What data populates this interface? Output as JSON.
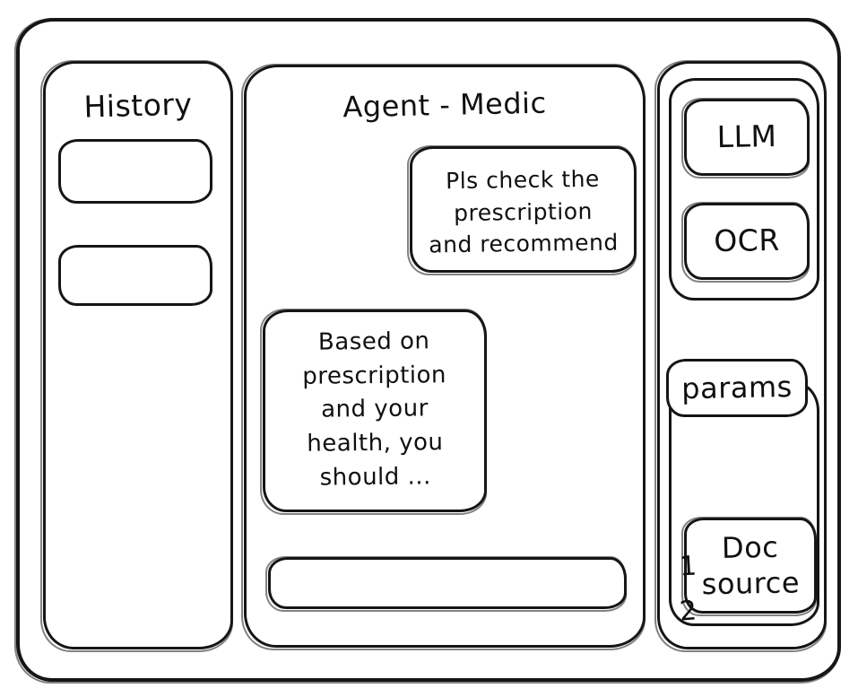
{
  "window": {
    "frame_name": "application-window"
  },
  "history": {
    "title": "History",
    "items": [
      {
        "label": ""
      },
      {
        "label": ""
      }
    ]
  },
  "agent": {
    "title": "Agent - Medic",
    "messages": [
      {
        "role": "user",
        "text": "Pls check the\nprescription\nand recommend"
      },
      {
        "role": "assistant",
        "text": "Based on\nprescription\nand your\nhealth, you\nshould ..."
      }
    ],
    "composer": {
      "value": "",
      "placeholder": ""
    }
  },
  "tools": {
    "models": [
      {
        "label": "LLM"
      },
      {
        "label": "OCR"
      }
    ],
    "params": {
      "label": "params"
    },
    "doc_source": {
      "label": "Doc\nsource"
    },
    "sources": [
      {
        "label": "1"
      },
      {
        "label": "2"
      }
    ]
  },
  "colors": {
    "ink": "#151515",
    "paper": "#ffffff"
  }
}
